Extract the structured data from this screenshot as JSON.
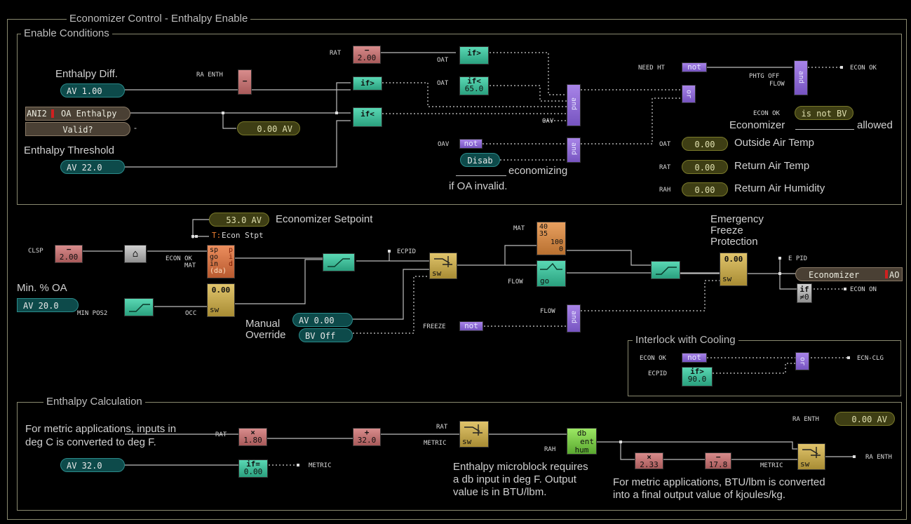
{
  "frames": {
    "outer": "Economizer Control - Enthalpy Enable",
    "enable": "Enable Conditions",
    "interlock": "Interlock with Cooling",
    "calc": "Enthalpy Calculation"
  },
  "enable": {
    "enthalpy_diff_label": "Enthalpy Diff.",
    "enthalpy_diff_value": "AV 1.00",
    "ani2_tag": "ANI2",
    "oa_enthalpy": "OA Enthalpy",
    "valid": "Valid?",
    "valid_dash": "-",
    "oa_enthalpy_av": "0.00  AV",
    "enthalpy_threshold_label": "Enthalpy Threshold",
    "enthalpy_threshold_value": "AV 22.0",
    "ra_enth_pin": "RA ENTH",
    "rat_pin": "RAT",
    "rat_sub": "2.00",
    "oat_pin_1": "OAT",
    "oat_pin_2": "OAT",
    "if_gt": "if>",
    "if_lt": "if<",
    "if_lt_val": "65.0",
    "oav_pin": "OAV",
    "oav_pin_2": "OAV",
    "not_text": "not",
    "disab": "Disab",
    "economizing": "economizing",
    "if_oa_invalid": "if OA invalid.",
    "need_ht": "NEED HT",
    "phtg_off": "PHTG OFF",
    "flow": "FLOW",
    "econ_ok_out": "ECON OK",
    "econ_ok_pin": "ECON OK",
    "is_not_bv": "is not BV",
    "economizer": "Economizer",
    "allowed": "allowed",
    "oat_status_pin": "OAT",
    "oat_status_value": "0.00",
    "oat_status_label": "Outside Air Temp",
    "rat_status_pin": "RAT",
    "rat_status_value": "0.00",
    "rat_status_label": "Return Air Temp",
    "rah_status_pin": "RAH",
    "rah_status_value": "0.00",
    "rah_status_label": "Return Air Humidity"
  },
  "control": {
    "setpoint_value": "53.0  AV",
    "setpoint_label": "Economizer Setpoint",
    "trend_tag": "T:",
    "trend_label": "Econ Stpt",
    "clsp_pin": "CLSP",
    "clsp_sub": "2.00",
    "econ_ok_pin": "ECON OK",
    "mat_pin": "MAT",
    "pid_lines": [
      "sp",
      "go",
      "in",
      "(da)"
    ],
    "pid_right": [
      "p",
      "i",
      "d"
    ],
    "sw_value": "0.00",
    "sw_label": "sw",
    "occ_pin": "OCC",
    "min_oa_label": "Min. % OA",
    "min_oa_value": "AV 20.0",
    "min_pos2_pin": "MIN POS2",
    "ecpid_pin": "ECPID",
    "manual_override_label_1": "Manual",
    "manual_override_label_2": "Override",
    "manual_av": "AV 0.00",
    "manual_bv": "BV Off",
    "mat_pin_2": "MAT",
    "mat_block": [
      "40",
      "35",
      "100",
      "0"
    ],
    "flow_pin": "FLOW",
    "flow_block": "go",
    "emergency_label": [
      "Emergency",
      "Freeze",
      "Protection"
    ],
    "efp_value": "0.00",
    "e_pid_pin": "E PID",
    "economizer_out": "Economizer",
    "ao_tag": "AO",
    "if_ne0": [
      "if",
      "≠0"
    ],
    "econ_on": "ECON ON",
    "flow_pin_2": "FLOW",
    "freeze_pin": "FREEZE"
  },
  "interlock": {
    "econ_ok_pin": "ECON OK",
    "ecpid_pin": "ECPID",
    "if_gt": "if>",
    "if_val": "90.0",
    "out": "ECN-CLG"
  },
  "calc": {
    "note_1": "For metric applications, inputs in",
    "note_2": "deg C is converted to deg F.",
    "rat_pin": "RAT",
    "mul_val": "1.80",
    "add_val": "32.0",
    "av_value": "AV 32.0",
    "if_eq": "if=",
    "if_eq_val": "0.00",
    "metric_out": "METRIC",
    "rat_pin_2": "RAT",
    "metric_pin": "METRIC",
    "rah_pin": "RAH",
    "ent_block": [
      "db",
      "ent",
      "hum"
    ],
    "micro_note": [
      "Enthalpy microblock requires",
      "a db input in deg F.  Output",
      "value is in BTU/lbm."
    ],
    "mul2_val": "2.33",
    "sub2_val": "17.8",
    "metric_pin_2": "METRIC",
    "ra_enth_out": "RA ENTH",
    "ra_enth_top_pin": "RA ENTH",
    "ra_enth_top_value": "0.00  AV",
    "metric_note": [
      "For metric applications, BTU/lbm is converted",
      "into a final output value of kjoules/kg."
    ]
  },
  "ops": {
    "times": "×",
    "plus": "+",
    "minus": "−",
    "and": "and",
    "or": "or",
    "sw": "sw"
  }
}
